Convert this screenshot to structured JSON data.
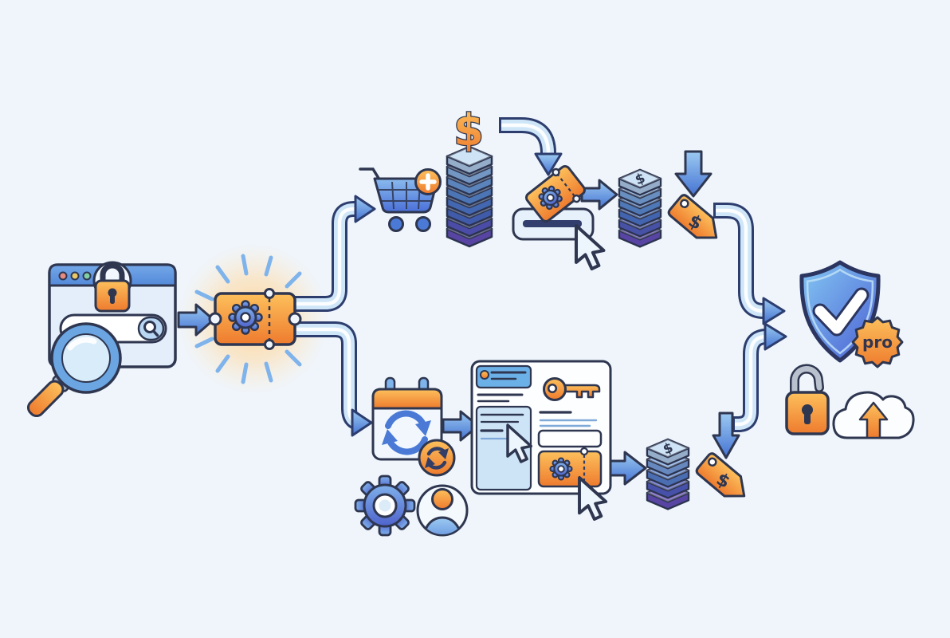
{
  "scene": {
    "type": "flow-illustration",
    "description": "Coupon deal purchase flow: secure browser search finds a coupon ticket which splits into a shopping path (cart, price stack, apply coupon, discounted price, tag) and a subscription path (renewal calendar, settings, account, license checkout panel, price stack, tag), both converging on a verified pro shield with unlocked padlock and cloud upload",
    "background": "#eff5fb"
  },
  "palette": {
    "outline": "#2e3650",
    "tube_fill": "#cfe6f8",
    "tube_outline": "#2c3d6e",
    "arrow_blue_light": "#9ccaf2",
    "arrow_blue_dark": "#4472d2",
    "orange_light": "#fdc05c",
    "orange_dark": "#ee7b2e",
    "gear_blue_light": "#7fb0ea",
    "gear_blue_dark": "#4f63cc",
    "stack_purple": "#6b4ec0",
    "stack_light_blue": "#bcdaf3",
    "shield_light": "#84c8f4",
    "shield_dark": "#4a5ed2",
    "white": "#ffffff"
  },
  "labels": {
    "pro_badge": "pro",
    "price_dollar": "$",
    "stack_top_dollar": "$",
    "stack_bottom_dollar": "$",
    "tag_top_dollar": "$",
    "tag_bottom_dollar": "$"
  },
  "icons": {
    "browser-search-window": "browser window with padlock, search pill and magnifying glass",
    "coupon-ticket": "glowing orange ticket with gear and perforation",
    "cart-icon": "shopping cart with plus badge",
    "money-stack": "isometric stack of coins blue to purple",
    "coupon-slot": "ticket inserted into slot tray",
    "price-tag": "orange tag with dollar squiggle",
    "shield-check": "blue shield with white checkmark",
    "pro-badge": "orange scalloped badge labeled pro",
    "padlock-open-icon": "unlocked orange padlock",
    "cloud-upload-icon": "cloud with orange up arrow",
    "calendar-renew-icon": "calendar with circular refresh arrows",
    "gear-icon": "blue cog wheel",
    "user-avatar": "round avatar with orange head",
    "checkout-panel": "window with key, input field and coupon",
    "key-icon": "orange key",
    "cursor-icon": "white mouse pointer"
  },
  "flow": {
    "start": "secure-browser-search",
    "source": "coupon-ticket",
    "top_branch": [
      "add-to-cart",
      "full-price-stack",
      "apply-coupon-in-slot",
      "discounted-price-stack",
      "price-tag"
    ],
    "bottom_branch": [
      "renewal-calendar",
      "settings-gear",
      "user-account",
      "license-checkout-panel",
      "price-stack",
      "price-tag"
    ],
    "result": [
      "pro-shield-verified",
      "unlocked-padlock",
      "cloud-upload"
    ]
  }
}
